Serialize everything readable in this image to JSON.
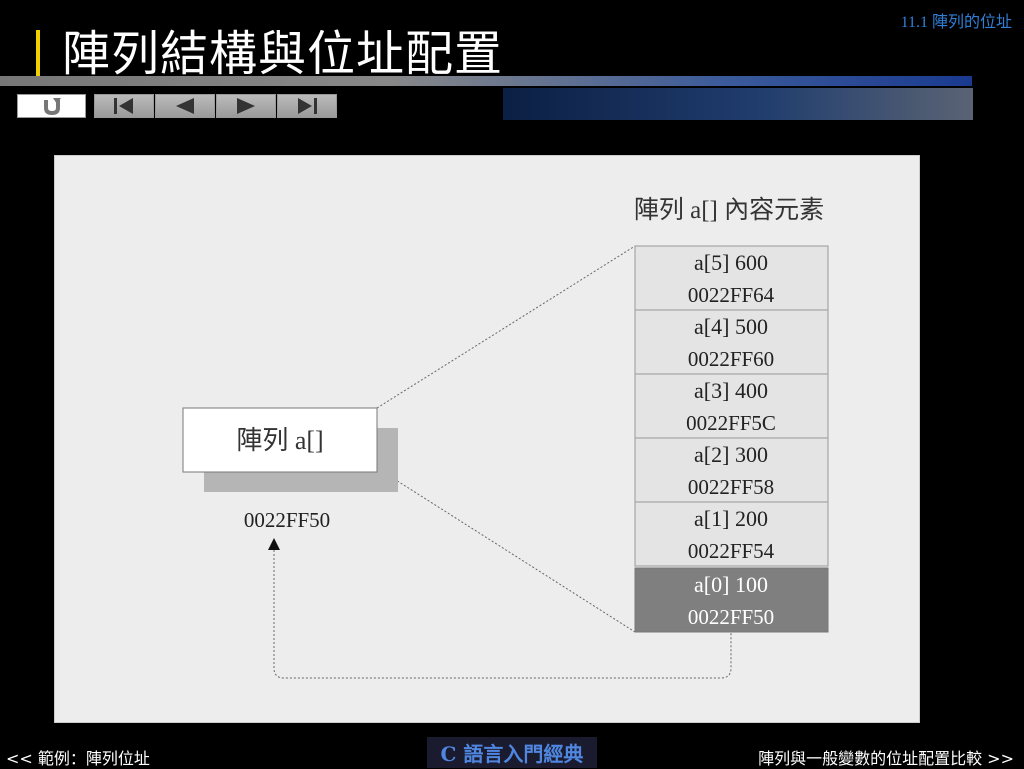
{
  "header": {
    "section": "11.1 陣列的位址",
    "title": "陣列結構與位址配置"
  },
  "nav": {
    "home_icon": "return-icon",
    "first_icon": "skip-first-icon",
    "prev_icon": "prev-icon",
    "next_icon": "next-icon",
    "last_icon": "skip-last-icon"
  },
  "diagram": {
    "contents_title": "陣列 a[] 內容元素",
    "array_label": "陣列 a[]",
    "array_address": "0022FF50",
    "elements": [
      {
        "label": "a[5] 600",
        "address": "0022FF64"
      },
      {
        "label": "a[4] 500",
        "address": "0022FF60"
      },
      {
        "label": "a[3] 400",
        "address": "0022FF5C"
      },
      {
        "label": "a[2] 300",
        "address": "0022FF58"
      },
      {
        "label": "a[1] 200",
        "address": "0022FF54"
      },
      {
        "label": "a[0] 100",
        "address": "0022FF50"
      }
    ],
    "colors": {
      "cell": "#e4e4e4",
      "highlight": "#7f7f7f",
      "panel": "#ededed"
    }
  },
  "footer": {
    "prev_link": "<< 範例：陣列位址",
    "book": "C 語言入門經典",
    "next_link": "陣列與一般變數的位址配置比較 >>"
  }
}
